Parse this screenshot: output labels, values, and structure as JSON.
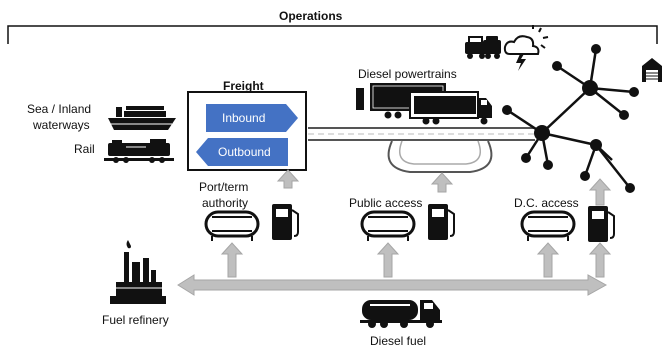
{
  "diagram": {
    "title": "Operations",
    "labels": {
      "freight": "Freight",
      "inbound": "Inbound",
      "outbound": "Outbound",
      "diesel_powertrains": "Diesel powertrains",
      "sea_inland_line1": "Sea / Inland",
      "sea_inland_line2": "waterways",
      "rail": "Rail",
      "port_line1": "Port/term",
      "port_line2": "authority",
      "public_access": "Public access",
      "dc_access": "D.C. access",
      "fuel_refinery": "Fuel refinery",
      "diesel_fuel": "Diesel fuel"
    },
    "icons": [
      "car-truck-icon",
      "weather-icon",
      "warehouse-icon",
      "network-icon",
      "ship-icon",
      "train-icon",
      "semi-truck-icon",
      "tanker-truck-icon",
      "refinery-icon",
      "fuel-pump-icon",
      "storage-tank-icon",
      "road-loop-icon"
    ],
    "colors": {
      "arrow_blue": "#4472c4",
      "arrow_gray": "#bfbfbf",
      "arrow_gray_stroke": "#a6a6a6",
      "ink": "#111111"
    }
  }
}
